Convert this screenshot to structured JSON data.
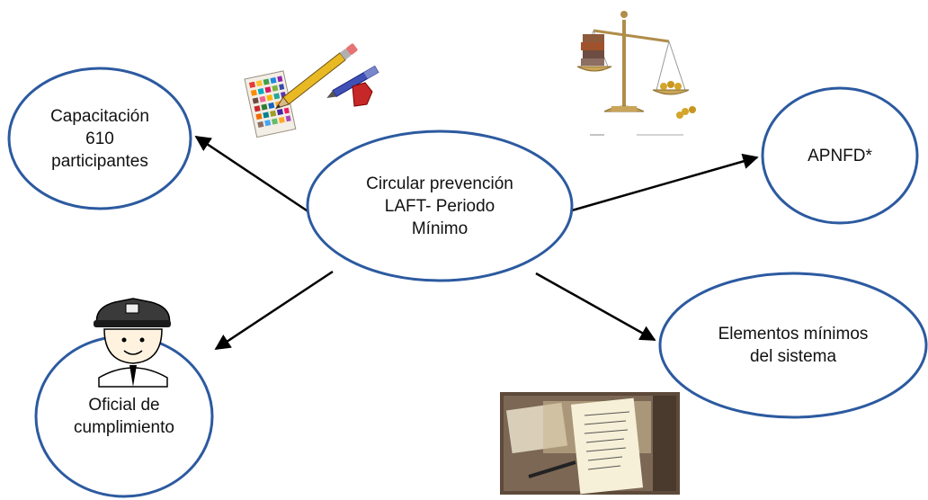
{
  "nodes": {
    "center": "Circular prevención\nLAFT- Periodo\nMínimo",
    "capacitacion": "Capacitación\n610\nparticipantes",
    "apnfd": "APNFD*",
    "oficial": "Oficial de\ncumplimiento",
    "elementos": "Elementos mínimos\ndel sistema"
  },
  "colors": {
    "ellipse_stroke": "#2c5aa0",
    "arrow": "#000000"
  },
  "icons": [
    "pencils-palette-icon",
    "balance-scale-icon",
    "police-officer-icon",
    "checklist-desk-icon"
  ]
}
